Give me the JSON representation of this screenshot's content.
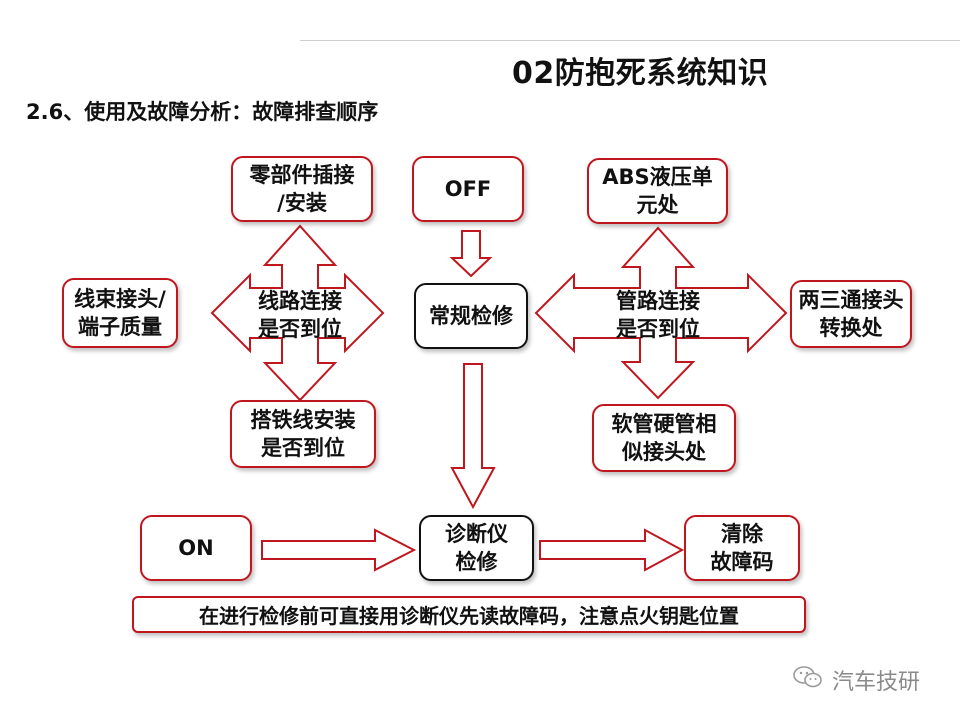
{
  "header": {
    "title": "02防抱死系统知识",
    "subtitle": "2.6、使用及故障分析：故障排查顺序"
  },
  "diagram": {
    "nodes": {
      "parts_install": "零部件插接\n/安装",
      "off": "OFF",
      "abs_unit": "ABS液压单\n元处",
      "harness": "线束接头/\n端子质量",
      "wiring_check": "线路连接\n是否到位",
      "routine_check": "常规检修",
      "pipe_check": "管路连接\n是否到位",
      "tee_joint": "两三通接头\n转换处",
      "ground_wire": "搭铁线安装\n是否到位",
      "hose_joint": "软管硬管相\n似接头处",
      "on": "ON",
      "diag_check": "诊断仪\n检修",
      "clear_codes": "清除\n故障码"
    },
    "note": "在进行检修前可直接用诊断仪先读故障码，注意点火钥匙位置"
  },
  "watermark": {
    "text": "汽车技研",
    "icon": "wechat-icon"
  },
  "colors": {
    "accent": "#c0161d",
    "text": "#111111"
  }
}
